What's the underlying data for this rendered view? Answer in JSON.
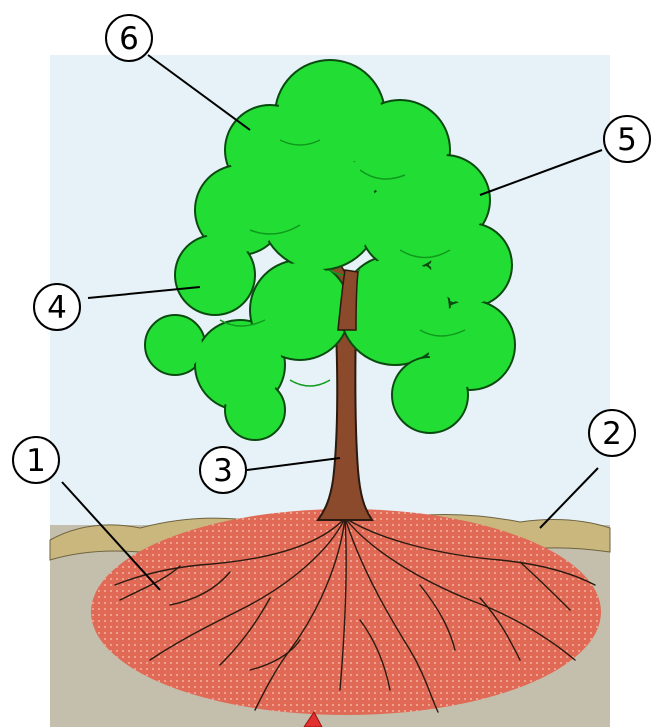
{
  "callouts": [
    {
      "number": "1",
      "part": "roots"
    },
    {
      "number": "2",
      "part": "soil surface"
    },
    {
      "number": "3",
      "part": "trunk"
    },
    {
      "number": "4",
      "part": "branches"
    },
    {
      "number": "5",
      "part": "leaves"
    },
    {
      "number": "6",
      "part": "crown"
    }
  ],
  "colors": {
    "sky": "#e6f2f7",
    "foliage": "#22dd33",
    "foliage_dark": "#0f9a1d",
    "trunk": "#8b4a2b",
    "soil_surface": "#c9b77e",
    "ground": "#c4bfad",
    "root_zone": "#e06a55",
    "outline": "#000000"
  }
}
